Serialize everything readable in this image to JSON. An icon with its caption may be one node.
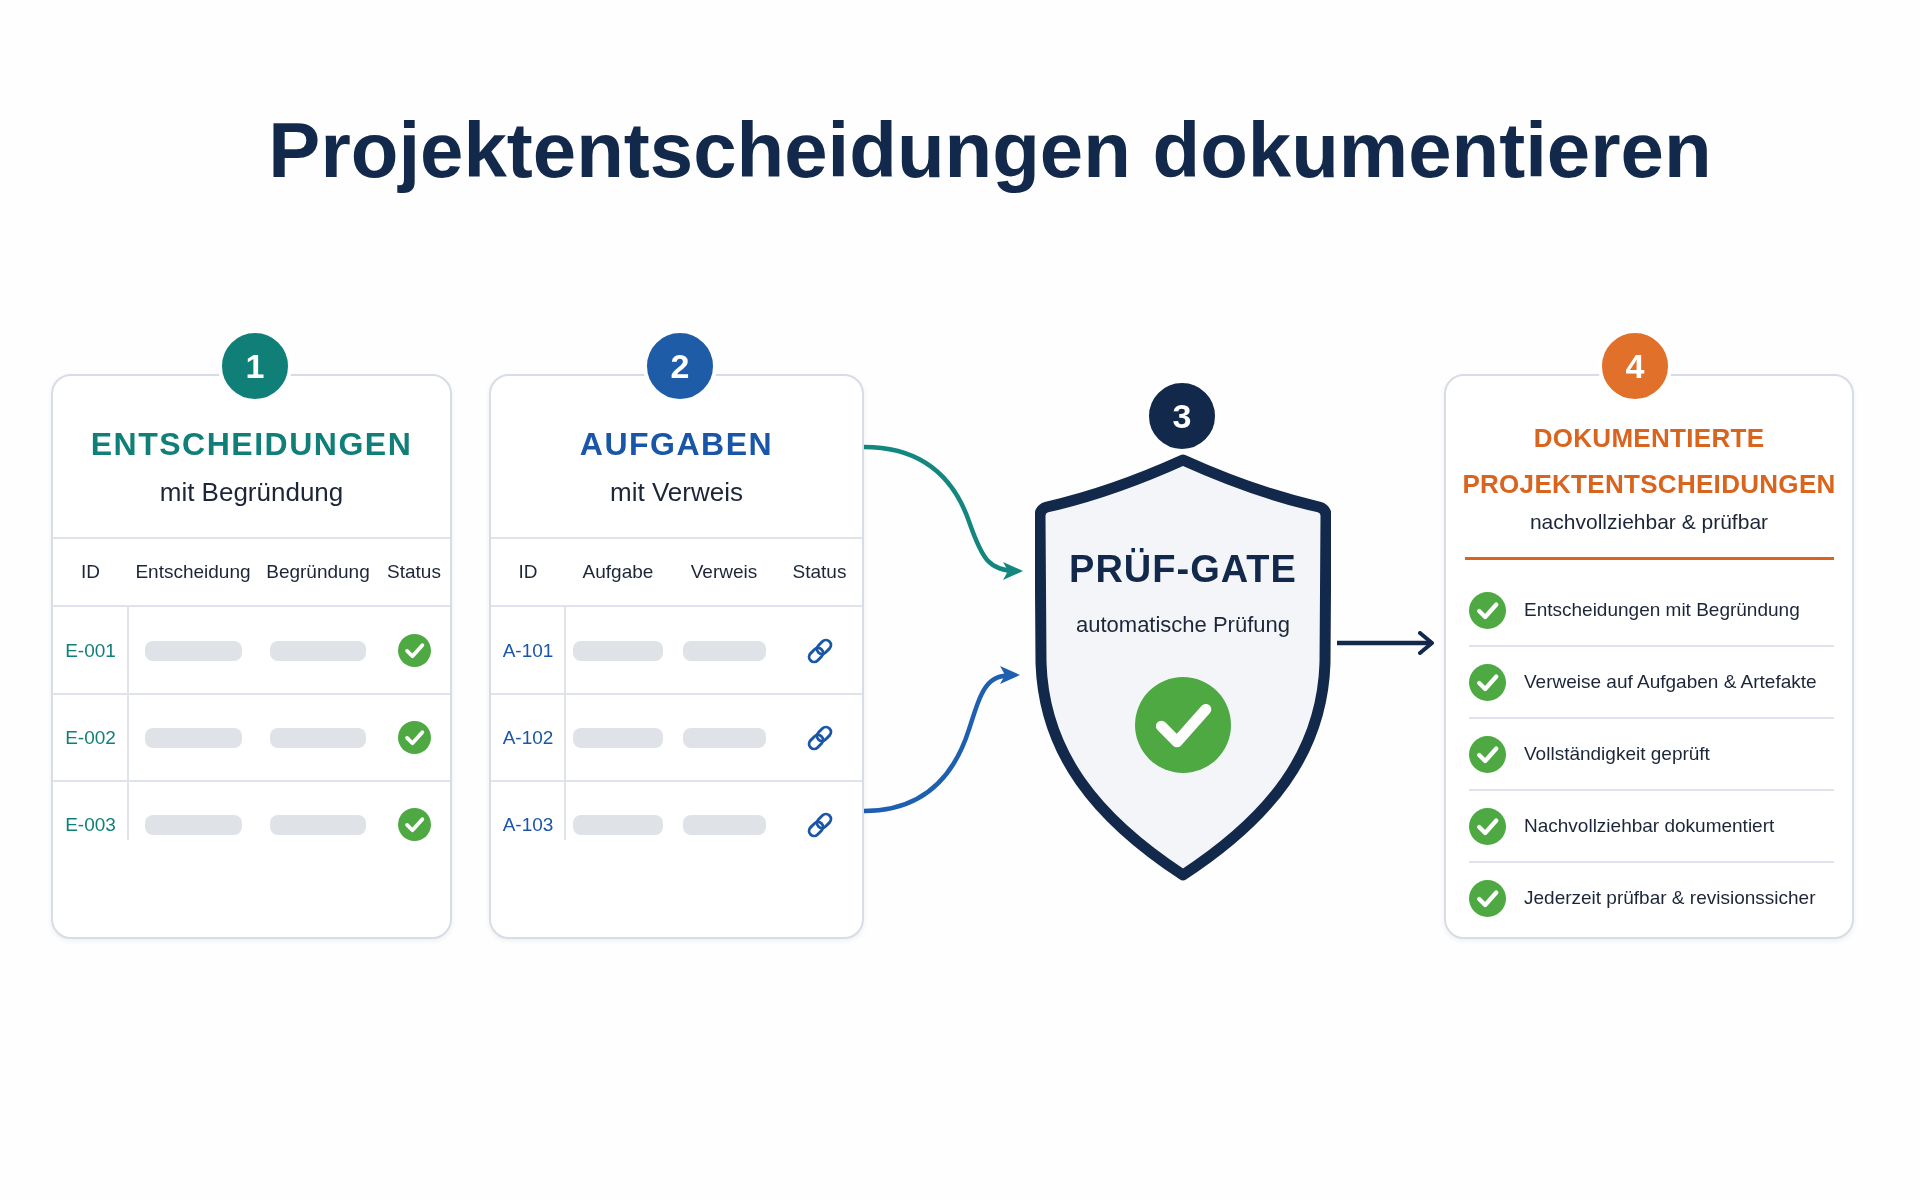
{
  "diagram": {
    "title": "Projektentscheidungen dokumentieren",
    "nodes": [
      {
        "text": [
          "1"
        ]
      },
      {
        "text": [
          "ENTSCHEIDUNGEN",
          "mit Begründung"
        ]
      },
      {
        "text": [
          "ID",
          "Entscheidung",
          "Begründung",
          "Status",
          "E-001",
          "E-002",
          "E-003"
        ],
        "in": 1
      },
      {
        "text": [
          "2"
        ]
      },
      {
        "text": [
          "AUFGABEN",
          "mit Verweis"
        ]
      },
      {
        "text": [
          "ID",
          "Aufgabe",
          "Verweis",
          "Status",
          "A-101",
          "A-102",
          "A-103"
        ],
        "in": 4
      },
      {
        "text": [
          "3"
        ]
      },
      {
        "text": [
          "PRÜF-GATE",
          "automatische Prüfung"
        ]
      },
      {
        "text": [
          "4"
        ]
      },
      {
        "text": [
          "DOKUMENTIERTE PROJEKTENTSCHEIDUNGEN",
          "nachvollziehbar & prüfbar",
          "Entscheidungen mit Begründung",
          "Verweise auf Aufgaben & Artefakte",
          "Vollständigkeit geprüft",
          "Nachvollziehbar dokumentiert",
          "Jederzeit prüfbar & revisionssicher"
        ]
      }
    ],
    "edges": [
      {
        "from": 4,
        "to": 7,
        "arrow": "to",
        "color": "#13877f"
      },
      {
        "from": 4,
        "to": 7,
        "arrow": "to",
        "color": "#1f5fb0"
      },
      {
        "from": 7,
        "to": 9,
        "arrow": "to",
        "color": "#13294b"
      }
    ]
  }
}
